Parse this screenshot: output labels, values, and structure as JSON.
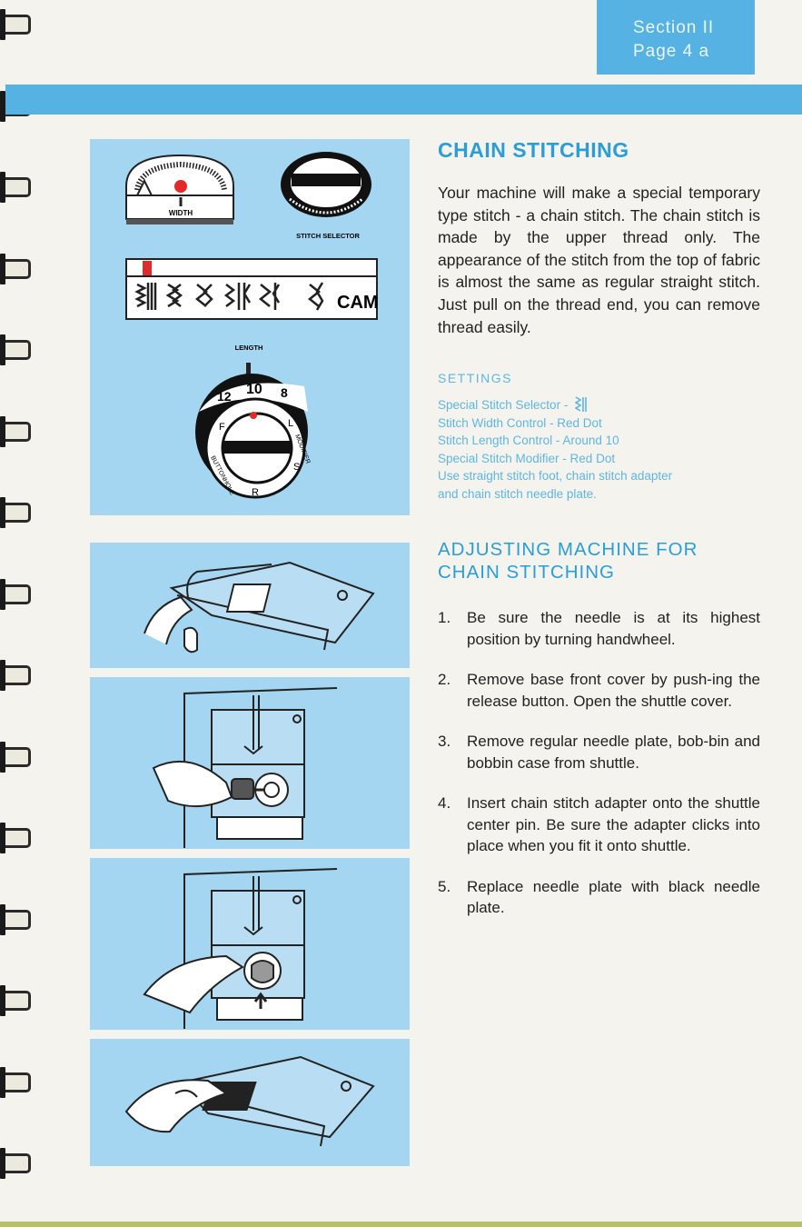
{
  "header": {
    "section_label": "Section  II",
    "page_label": "Page  4 a"
  },
  "panel1": {
    "width_label": "WIDTH",
    "stitch_selector_label": "STITCH SELECTOR",
    "cam_label": "CAM",
    "length_label": "LENGTH",
    "dial_numbers": [
      "12",
      "10",
      "8"
    ],
    "modifier_letters": [
      "F",
      "L",
      "S",
      "R"
    ],
    "modifier_words": [
      "BUTTONHOLE",
      "MODIFIER"
    ]
  },
  "main": {
    "title": "CHAIN STITCHING",
    "paragraph": "Your machine will make a special temporary type stitch - a chain stitch. The chain stitch is made by the upper thread only.  The appearance of the stitch from the top of fabric is almost the same as regular straight stitch.  Just pull on the thread end, you can remove thread easily."
  },
  "settings": {
    "title": "SETTINGS",
    "lines": [
      "Special Stitch Selector -",
      "Stitch Width Control - Red Dot",
      "Stitch Length Control - Around 10",
      "Special Stitch Modifier - Red Dot",
      "Use straight stitch foot, chain stitch adapter",
      "and chain stitch needle plate."
    ]
  },
  "adjusting": {
    "title_line1": "ADJUSTING  MACHINE  FOR",
    "title_line2": "CHAIN  STITCHING",
    "steps": [
      {
        "num": "1.",
        "text": "Be sure the needle is at its highest position by turning handwheel."
      },
      {
        "num": "2.",
        "text": "Remove base front cover by push-ing the release button.  Open the shuttle cover."
      },
      {
        "num": "3.",
        "text": "Remove regular needle plate, bob-bin and bobbin case from shuttle."
      },
      {
        "num": "4.",
        "text": "Insert chain stitch adapter onto the shuttle center pin.  Be sure the adapter clicks into place when you fit it onto shuttle."
      },
      {
        "num": "5.",
        "text": "Replace needle plate with black needle plate."
      }
    ]
  },
  "colors": {
    "accent_blue": "#55b2e3",
    "panel_blue": "#a4d6f1",
    "heading_blue": "#2b9ed9",
    "red_dot": "#e32a2a"
  }
}
